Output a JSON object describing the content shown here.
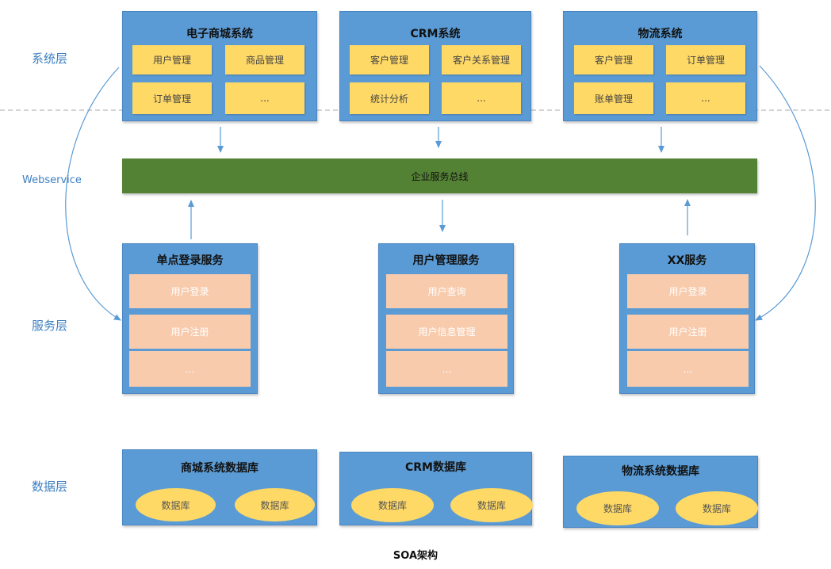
{
  "layers": {
    "system": "系统层",
    "webservice": "Webservice",
    "service": "服务层",
    "data": "数据层"
  },
  "systems": [
    {
      "title": "电子商城系统",
      "modules": [
        "用户管理",
        "商品管理",
        "订单管理",
        "..."
      ]
    },
    {
      "title": "CRM系统",
      "modules": [
        "客户管理",
        "客户关系管理",
        "统计分析",
        "..."
      ]
    },
    {
      "title": "物流系统",
      "modules": [
        "客户管理",
        "订单管理",
        "账单管理",
        "..."
      ]
    }
  ],
  "bus": {
    "label": "企业服务总线"
  },
  "services": [
    {
      "title": "单点登录服务",
      "items": [
        "用户登录",
        "用户注册",
        "..."
      ]
    },
    {
      "title": "用户管理服务",
      "items": [
        "用户查询",
        "用户信息管理",
        "..."
      ]
    },
    {
      "title": "XX服务",
      "items": [
        "用户登录",
        "用户注册",
        "..."
      ]
    }
  ],
  "databases": [
    {
      "title": "商城系统数据库",
      "items": [
        "数据库",
        "数据库"
      ]
    },
    {
      "title": "CRM数据库",
      "items": [
        "数据库",
        "数据库"
      ]
    },
    {
      "title": "物流系统数据库",
      "items": [
        "数据库",
        "数据库"
      ]
    }
  ],
  "caption": "SOA架构",
  "colors": {
    "container": "#5b9bd5",
    "module": "#ffd966",
    "service_item": "#f8cbad",
    "bus": "#548235",
    "arrow": "#5b9bd5",
    "layer_label": "#3c7fc1"
  }
}
